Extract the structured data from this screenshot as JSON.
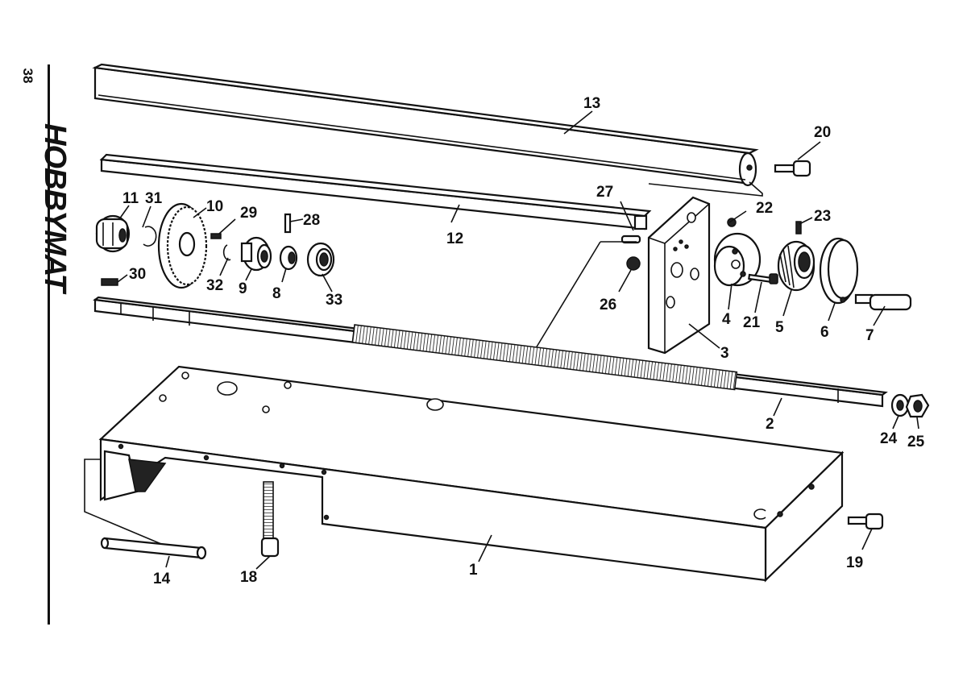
{
  "page": {
    "page_number": "38",
    "brand": "HOBBYMAT"
  },
  "labels": {
    "p1": "1",
    "p2": "2",
    "p3": "3",
    "p4": "4",
    "p5": "5",
    "p6": "6",
    "p7": "7",
    "p8": "8",
    "p9": "9",
    "p10": "10",
    "p11": "11",
    "p12": "12",
    "p13": "13",
    "p14": "14",
    "p18": "18",
    "p19": "19",
    "p20": "20",
    "p21": "21",
    "p22": "22",
    "p23": "23",
    "p24": "24",
    "p25": "25",
    "p26": "26",
    "p27": "27",
    "p28": "28",
    "p29": "29",
    "p30": "30",
    "p31": "31",
    "p32": "32",
    "p33": "33"
  },
  "colors": {
    "ink": "#111111",
    "paper": "#ffffff"
  }
}
